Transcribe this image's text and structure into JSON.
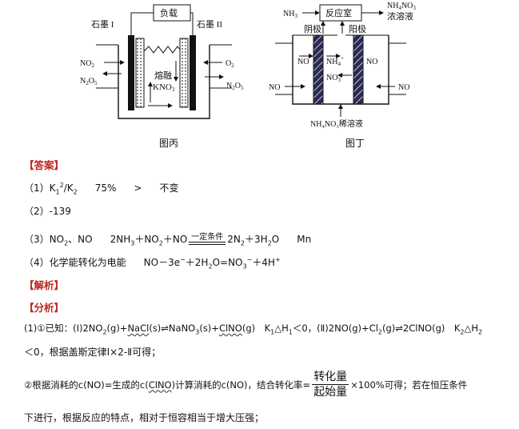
{
  "figure_bing": {
    "load": "负载",
    "electrode_left": "石墨 I",
    "electrode_right": "石墨 II",
    "no2": "NO",
    "no2_sub": "2",
    "n2o5": "N",
    "n2o5_sub1": "2",
    "n2o5_tail": "O",
    "n2o5_sub2": "5",
    "o2": "O",
    "o2_sub": "2",
    "n2o5_right": "N",
    "melt1": "熔融",
    "melt2": "KNO",
    "melt2_sub": "3",
    "caption": "图丙"
  },
  "figure_ding": {
    "nh3": "NH",
    "nh3_sub": "3",
    "reactor": "反应室",
    "product1": "NH",
    "product1_sub": "4",
    "product1_tail": "NO",
    "product1_sub2": "3",
    "product2": "浓溶液",
    "cathode": "阴极",
    "anode": "阳极",
    "no_label": "NO",
    "nh4": "NH",
    "nh4_sub": "4",
    "nh4_sup": "+",
    "no3": "NO",
    "no3_sub": "3",
    "no3_sup": "−",
    "bottom_feed": "NH₄NO₃稀溶液",
    "caption": "图丁"
  },
  "answer": {
    "heading": "【答案】",
    "q1_label": "（1）",
    "q1_k": "K",
    "q1_k1sub": "1",
    "q1_k1sup": "2",
    "q1_slash": "/K",
    "q1_k2sub": "2",
    "q1_pct": "75%",
    "q1_gt": ">",
    "q1_unchanged": "不变",
    "q2": "（2）-139",
    "q3_label": "（3）NO",
    "q3_no2sub": "2",
    "q3_sep": "、NO",
    "q3_eq_left": "2NH",
    "q3_nh3sub": "3",
    "q3_eq_mid": "＋NO",
    "q3_no2sub2": "2",
    "q3_eq_mid2": "＋NO",
    "q3_cond": "一定条件",
    "q3_eq_right": "2N",
    "q3_n2sub": "2",
    "q3_eq_right2": "＋3H",
    "q3_h2osub": "2",
    "q3_eq_right3": "O",
    "q3_mn": "Mn",
    "q4_label": "（4）化学能转化为电能",
    "q4_eq": "NO－3e",
    "q4_sup1": "−",
    "q4_eq2": "＋2H",
    "q4_h2osub": "2",
    "q4_eq3": "O=NO",
    "q4_no3sub": "3",
    "q4_sup2": "−",
    "q4_eq4": "＋4H",
    "q4_sup3": "+"
  },
  "analysis": {
    "heading1": "【解析】",
    "heading2": "【分析】",
    "p1_a": "(1)①已知：(Ⅰ)2NO",
    "p1_a_sub": "2",
    "p1_b": "(g)+",
    "p1_nacl": "NaCl",
    "p1_c": "(s)⇌NaNO",
    "p1_c_sub": "3",
    "p1_d": "(s)+",
    "p1_clno": "ClNO",
    "p1_e": "(g)　K",
    "p1_e_sub": "1",
    "p1_f": "△H",
    "p1_f_sub": "1",
    "p1_g": "＜0，(Ⅱ)2NO(g)+Cl",
    "p1_g_sub": "2",
    "p1_h": "(g)⇌2ClNO(g)　K",
    "p1_h_sub": "2",
    "p1_i": "△H",
    "p1_i_sub": "2",
    "p2": "＜0，根据盖斯定律Ⅰ×2-Ⅱ可得；",
    "p3_a": "②根据消耗的c(NO)=生成的c(",
    "p3_clno": "ClNO",
    "p3_b": ")计算消耗的c(NO)，结合转化率=",
    "frac_num": "转化量",
    "frac_den": "起始量",
    "p3_c": "×100%可得；若在恒压条件",
    "p4": "下进行，根据反应的特点，相对于恒容相当于增大压强；"
  }
}
